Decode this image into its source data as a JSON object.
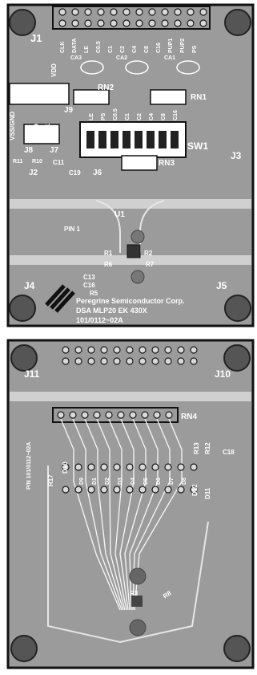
{
  "board_top": {
    "labels": {
      "j1": "J1",
      "j2": "J2",
      "j3": "J3",
      "j4": "J4",
      "j5": "J5",
      "j6": "J6",
      "j7": "J7",
      "j8": "J8",
      "j9": "J9",
      "rn1": "RN1",
      "rn2": "RN2",
      "rn3": "RN3",
      "sw1": "SW1",
      "u1": "U1",
      "pin1": "PIN 1",
      "c11": "C11",
      "c13": "C13",
      "c16": "C16",
      "c19": "C19",
      "r1": "R1",
      "r2": "R2",
      "r5": "R5",
      "r6": "R6",
      "r7": "R7",
      "r10": "R10",
      "r11": "R11",
      "vdd": "VDD",
      "vss_gnd": "VSS/GND",
      "gnd": "GND",
      "pup1": "PUP1",
      "ca1": "CA1",
      "ca2": "CA2",
      "ca3": "CA3"
    },
    "top_header_pins": [
      "CLK",
      "DATA",
      "LE",
      "C0.5",
      "C1",
      "C2",
      "C4",
      "C8",
      "C16",
      "PUP1",
      "PUP2",
      "PS"
    ],
    "switch_labels": [
      "LE",
      "PS",
      "C0.5",
      "C1",
      "C2",
      "C4",
      "C8",
      "C16"
    ],
    "company": "Peregrine Semiconductor Corp.",
    "board_name": "DSA MLP20 EK 430X",
    "part_number": "101/0112~02A"
  },
  "board_bottom": {
    "labels": {
      "j10": "J10",
      "j11": "J11",
      "rn4": "RN4",
      "r3": "R3",
      "r8": "R8",
      "r12": "R12",
      "r13": "R13",
      "r17": "R17",
      "c18": "C18",
      "d11": "D11",
      "d12": "D12",
      "d10": "D10"
    },
    "led_labels": [
      "D9",
      "D1",
      "D2",
      "D3",
      "D4",
      "D5",
      "D6",
      "D7",
      "D8"
    ],
    "side_text": "P/N 101/0112~02A"
  },
  "colors": {
    "board": "#9b9b9b",
    "board_dark": "#7f7f7f",
    "silk": "#ffffff",
    "copper": "#e8e8e8",
    "outline": "#111111"
  }
}
